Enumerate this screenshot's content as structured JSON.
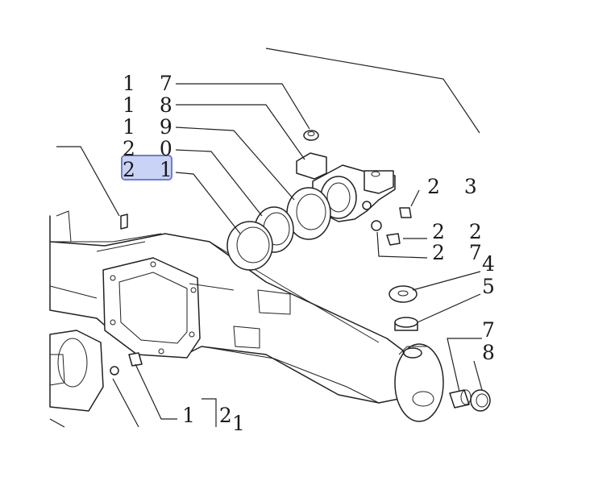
{
  "diagram": {
    "callouts": [
      {
        "id": "c17",
        "label": "1 7"
      },
      {
        "id": "c18",
        "label": "1 8"
      },
      {
        "id": "c19",
        "label": "1 9"
      },
      {
        "id": "c20",
        "label": "2 0"
      },
      {
        "id": "c21",
        "label": "2 1",
        "highlighted": true
      },
      {
        "id": "c23",
        "label": "2 3"
      },
      {
        "id": "c22",
        "label": "2 2"
      },
      {
        "id": "c27",
        "label": "2 7"
      },
      {
        "id": "c4",
        "label": "4"
      },
      {
        "id": "c5",
        "label": "5"
      },
      {
        "id": "c7",
        "label": "7"
      },
      {
        "id": "c8",
        "label": "8"
      },
      {
        "id": "c12",
        "label": "1 2"
      },
      {
        "id": "c1",
        "label": "1"
      }
    ],
    "highlight_color": "#c9d3f5"
  }
}
